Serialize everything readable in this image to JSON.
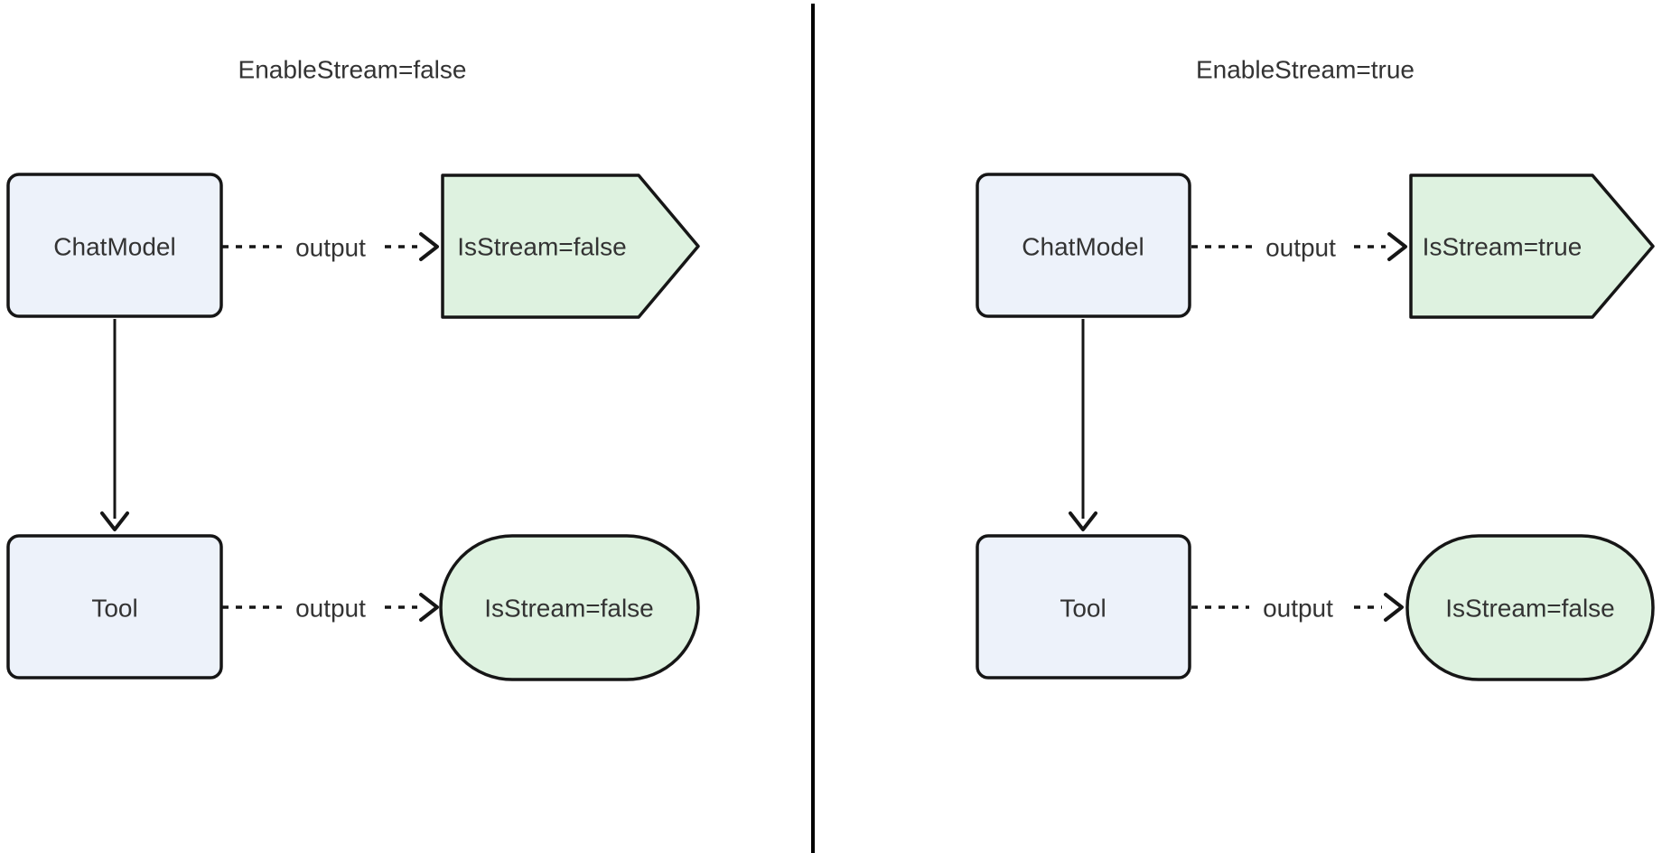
{
  "diagram": {
    "type": "flowchart-comparison",
    "colors": {
      "background": "#ffffff",
      "node_fill_blue": "#edf2fa",
      "node_fill_green": "#def2e0",
      "stroke": "#161616",
      "text": "#333333",
      "divider": "#000000",
      "edge_label_bg": "#ffffff"
    },
    "panels": [
      {
        "title": "EnableStream=false",
        "chat_node": "ChatModel",
        "tool_node": "Tool",
        "chat_edge_label": "output",
        "tool_edge_label": "output",
        "chat_result": "IsStream=false",
        "tool_result": "IsStream=false"
      },
      {
        "title": "EnableStream=true",
        "chat_node": "ChatModel",
        "tool_node": "Tool",
        "chat_edge_label": "output",
        "tool_edge_label": "output",
        "chat_result": "IsStream=true",
        "tool_result": "IsStream=false"
      }
    ]
  }
}
